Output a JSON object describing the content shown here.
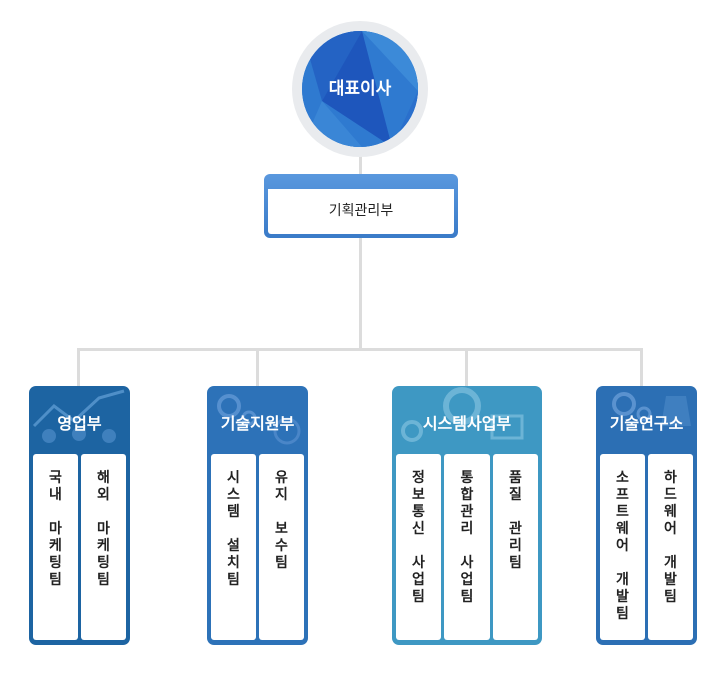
{
  "ceo": {
    "label": "대표이사"
  },
  "planning": {
    "label": "기획관리부"
  },
  "departments": [
    {
      "name": "영업부",
      "color": "#1d64a2",
      "teams": [
        {
          "cols": [
            [
              "국",
              "내",
              " ",
              "마",
              "케",
              "팅",
              "팀"
            ]
          ]
        },
        {
          "cols": [
            [
              "해",
              "외",
              " ",
              "마",
              "케",
              "팅",
              "팀"
            ]
          ]
        }
      ]
    },
    {
      "name": "기술지원부",
      "color": "#2d72b8",
      "teams": [
        {
          "cols": [
            [
              "시",
              "스",
              "템",
              " ",
              "설",
              "치",
              "팀"
            ]
          ]
        },
        {
          "cols": [
            [
              "유",
              "지",
              " ",
              "보",
              "수",
              "팀"
            ]
          ]
        }
      ]
    },
    {
      "name": "시스템사업부",
      "color": "#3e98c3",
      "teams": [
        {
          "cols": [
            [
              "정",
              "보",
              "통",
              "신",
              " ",
              "사",
              "업",
              "팀"
            ]
          ]
        },
        {
          "cols": [
            [
              "통",
              "합",
              "관",
              "리",
              " ",
              "사",
              "업",
              "팀"
            ]
          ]
        },
        {
          "cols": [
            [
              "품",
              "질",
              " ",
              "관",
              "리",
              "팀"
            ]
          ]
        }
      ]
    },
    {
      "name": "기술연구소",
      "color": "#2c6fb4",
      "teams": [
        {
          "cols": [
            [
              "소",
              "프",
              "트",
              "웨",
              "어",
              " ",
              "개",
              "발",
              "팀"
            ]
          ]
        },
        {
          "cols": [
            [
              "하",
              "드",
              "웨",
              "어",
              " ",
              "개",
              "발",
              "팀"
            ]
          ]
        }
      ]
    }
  ]
}
